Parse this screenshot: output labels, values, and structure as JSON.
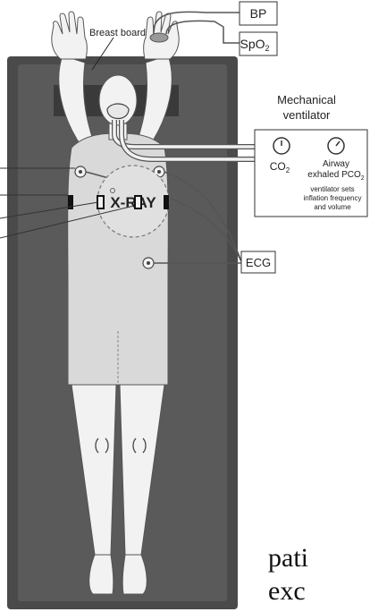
{
  "labels": {
    "breast_board": "Breast board",
    "bp": "BP",
    "spo2_main": "SpO",
    "spo2_sub": "2",
    "ventilator_line1": "Mechanical",
    "ventilator_line2": "ventilator",
    "co2_main": "CO",
    "co2_sub": "2",
    "airway_line1": "Airway",
    "airway_line2_main": "exhaled PCO",
    "airway_line2_sub": "2",
    "vent_note_line1": "ventilator sets",
    "vent_note_line2": "inflation frequency",
    "vent_note_line3": "and volume",
    "xray": "X-RAY",
    "ecg": "ECG"
  },
  "trailing_text": {
    "line1": "pati",
    "line2": "exc"
  },
  "colors": {
    "table_dark": "#4a4a4a",
    "board_dark": "#3a3a3a",
    "body_fill": "#f2f2f2",
    "gown_fill": "#d9d9d9",
    "outline": "#555555"
  }
}
